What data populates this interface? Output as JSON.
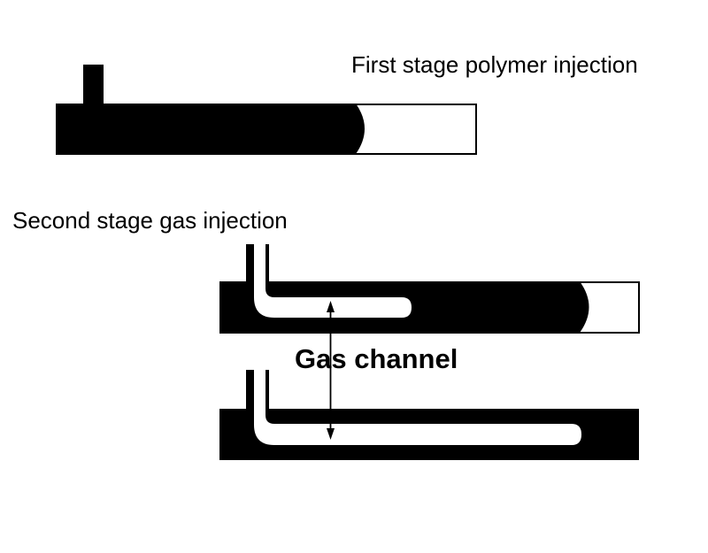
{
  "labels": {
    "first_stage": "First stage polymer injection",
    "second_stage": "Second stage gas injection",
    "gas_channel": "Gas channel"
  },
  "colors": {
    "polymer": "#000000",
    "cavity": "#ffffff",
    "outline": "#000000"
  },
  "stages": [
    {
      "name": "first-stage-polymer-injection",
      "polymer_fill_fraction": 0.73
    },
    {
      "name": "second-stage-gas-injection-partial",
      "polymer_fill_fraction": 0.87,
      "gas_channel_fraction": 0.46
    },
    {
      "name": "second-stage-gas-injection-complete",
      "polymer_fill_fraction": 1.0,
      "gas_channel_fraction": 0.86
    }
  ]
}
